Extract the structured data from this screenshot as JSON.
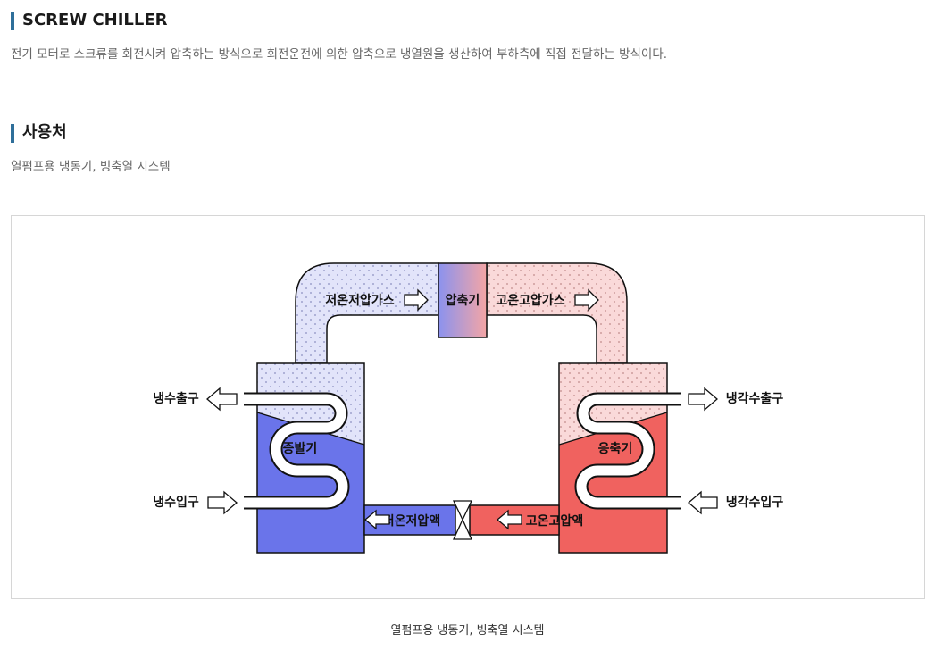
{
  "section1": {
    "title": "SCREW CHILLER",
    "description": "전기 모터로 스크류를 회전시켜 압축하는 방식으로 회전운전에 의한 압축으로 냉열원을 생산하여 부하측에 직접 전달하는 방식이다."
  },
  "section2": {
    "title": "사용처",
    "description": "열펌프용 냉동기, 빙축열 시스템"
  },
  "diagram": {
    "compressor": "압축기",
    "low_gas": "저온저압가스",
    "high_gas": "고온고압가스",
    "evaporator": "증발기",
    "condenser": "응축기",
    "cold_out": "냉수출구",
    "cold_in": "냉수입구",
    "cool_out": "냉각수출구",
    "cool_in": "냉각수입구",
    "low_liquid": "저온저압액",
    "high_liquid": "고온고압액",
    "colors": {
      "cold": "#6a74ea",
      "hot": "#f0625f",
      "cold_gas": "#e2e4fa",
      "hot_gas": "#fad9d9"
    }
  },
  "caption": "열펌프용 냉동기, 빙축열 시스템"
}
